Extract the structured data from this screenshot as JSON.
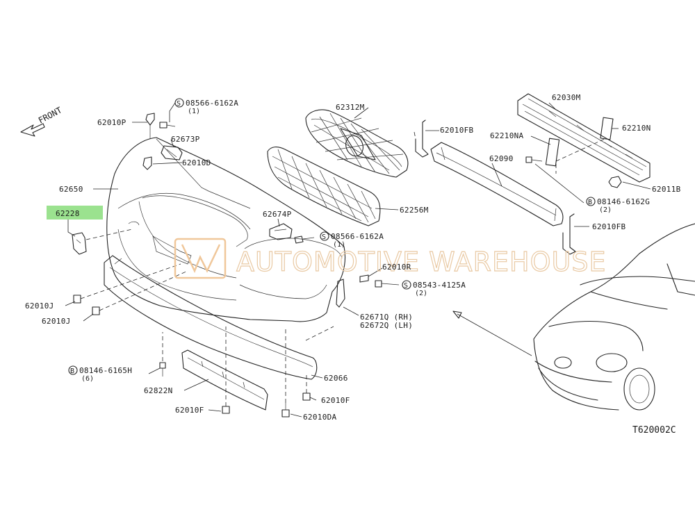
{
  "front_label": "FRONT",
  "diagram_code": "T620002C",
  "watermark": "AUTOMOTIVE WAREHOUSE",
  "highlighted_part": "62228",
  "labels": {
    "l_62010P": "62010P",
    "l_08566_top": "08566-6162A",
    "q_08566_top": "(1)",
    "l_62673P": "62673P",
    "l_62010D": "62010D",
    "l_62650": "62650",
    "l_62228": "62228",
    "l_62312M": "62312M",
    "l_62256M": "62256M",
    "l_62674P": "62674P",
    "l_08566_mid": "08566-6162A",
    "q_08566_mid": "(1)",
    "l_62010FB_a": "62010FB",
    "l_62030M": "62030M",
    "l_62210NA": "62210NA",
    "l_62210N": "62210N",
    "l_62090": "62090",
    "l_62011B": "62011B",
    "l_08146_6162G": "08146-6162G",
    "q_08146_6162G": "(2)",
    "l_62010FB_b": "62010FB",
    "l_62010R": "62010R",
    "l_08543": "08543-4125A",
    "q_08543": "(2)",
    "l_62671Q": "62671Q (RH)",
    "l_62672Q": "62672Q (LH)",
    "l_62010J_a": "62010J",
    "l_62010J_b": "62010J",
    "l_08146_6165H": "08146-6165H",
    "q_08146_6165H": "(6)",
    "l_62822N": "62822N",
    "l_62066": "62066",
    "l_62010F_a": "62010F",
    "l_62010F_b": "62010F",
    "l_62010DA": "62010DA"
  },
  "circle_prefix": {
    "s": "S",
    "b": "B"
  },
  "colors": {
    "highlight": "#9be28f",
    "watermark": "#f0c79a",
    "line": "#222222"
  }
}
